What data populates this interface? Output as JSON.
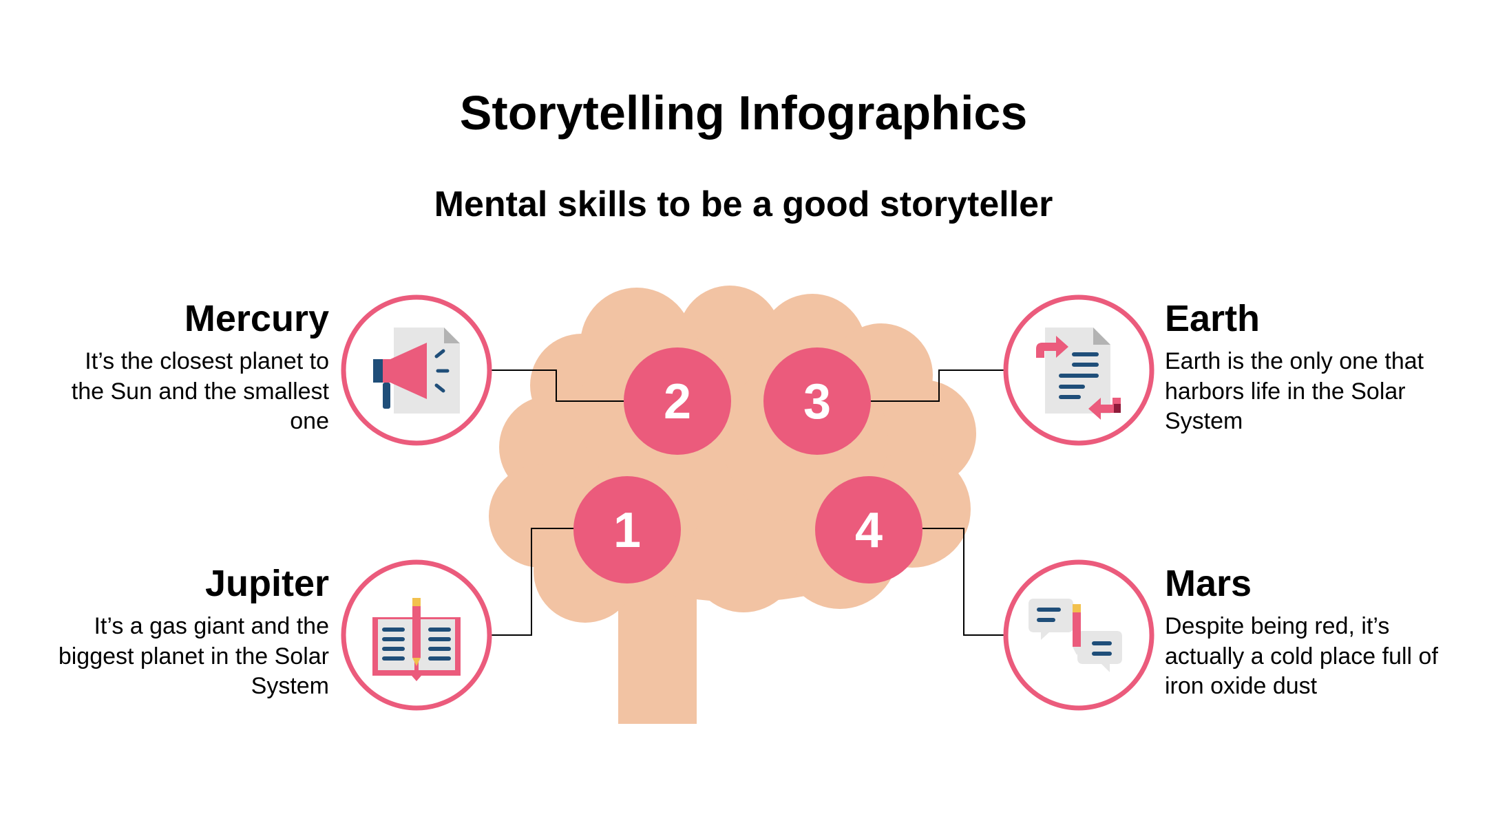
{
  "title": "Storytelling Infographics",
  "subtitle": "Mental skills to be a good storyteller",
  "colors": {
    "accent": "#eb5b7c",
    "brain": "#f2c3a3",
    "icon_navy": "#1f4e79",
    "paper": "#e6e6e6",
    "pencil_yellow": "#f2c14e"
  },
  "numbers": [
    "1",
    "2",
    "3",
    "4"
  ],
  "items": [
    {
      "heading": "Mercury",
      "description": "It’s the closest planet to the Sun and the smallest one",
      "icon": "megaphone-document-icon",
      "number": "2"
    },
    {
      "heading": "Earth",
      "description": "Earth is the only one that harbors life in the Solar System",
      "icon": "document-exchange-icon",
      "number": "3"
    },
    {
      "heading": "Jupiter",
      "description": "It’s a gas giant and the biggest planet in the Solar System",
      "icon": "open-book-pencil-icon",
      "number": "1"
    },
    {
      "heading": "Mars",
      "description": "Despite being red, it’s actually a cold place full of iron oxide dust",
      "icon": "chat-bubbles-pencil-icon",
      "number": "4"
    }
  ]
}
